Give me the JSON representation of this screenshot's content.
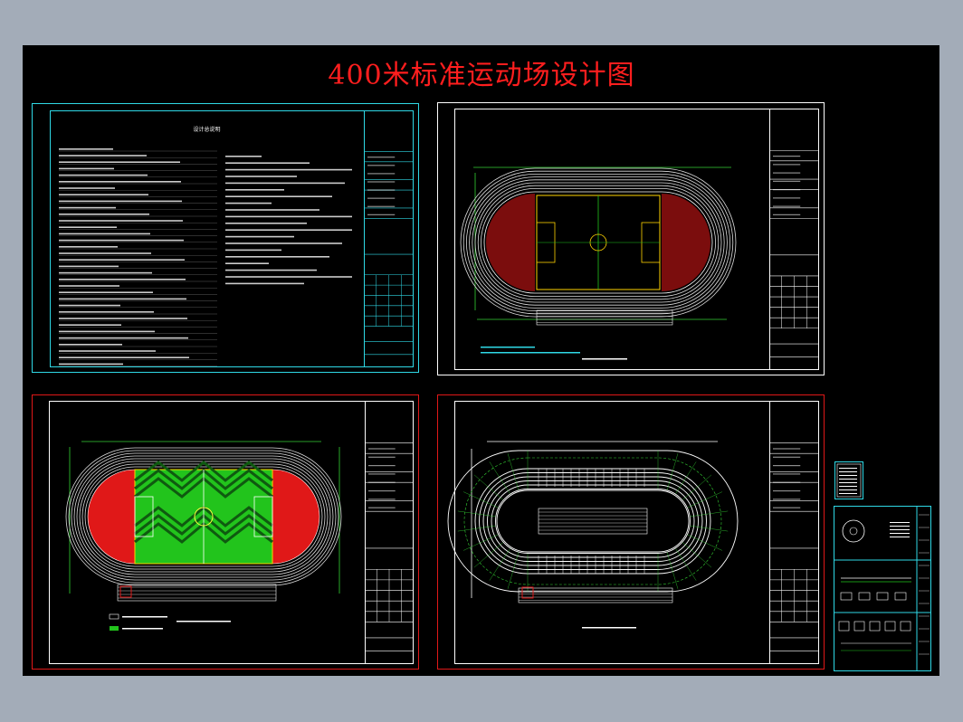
{
  "title": "400米标准运动场设计图",
  "sheets": [
    {
      "id": "general-notes",
      "heading": "设计总说明"
    },
    {
      "id": "site-plan"
    },
    {
      "id": "turf-plan"
    },
    {
      "id": "track-marking-plan"
    }
  ],
  "colors": {
    "canvas": "#000000",
    "background": "#a3acb8",
    "title": "#ff1e1e",
    "frame_cyan": "#2fd9e6",
    "frame_red": "#e01818",
    "frame_white": "#ffffff",
    "turf_green": "#22c41c",
    "track_red": "#e01818",
    "dim_green": "#34d234"
  }
}
